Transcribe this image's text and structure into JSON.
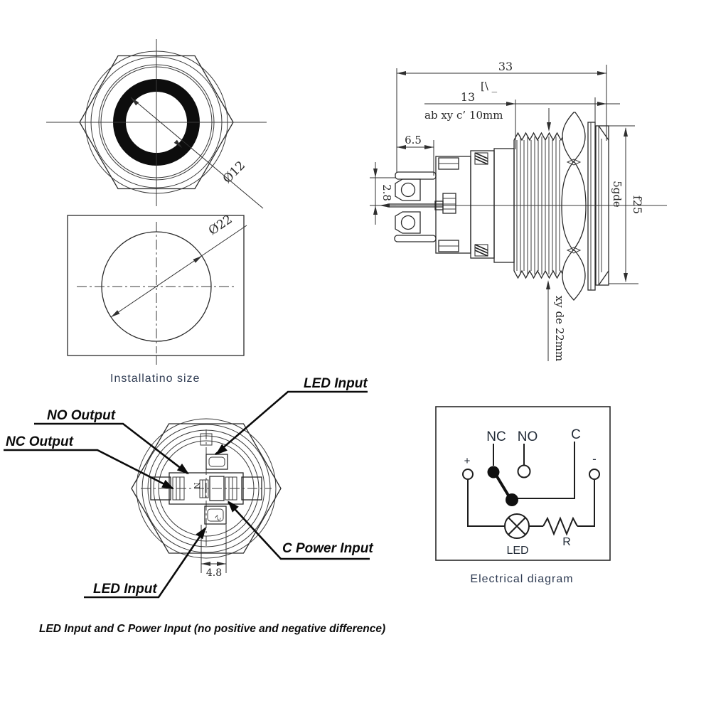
{
  "front_view": {
    "dim_label": "Ø12"
  },
  "installation_view": {
    "dim_label": "Ø22",
    "caption": "Installatino  size"
  },
  "side_view": {
    "dim_33": "33",
    "dim_13": "13",
    "garbled_marks": "[\\ _",
    "garbled_row": "ab  xy  c’  10mm",
    "dim_65": "6.5",
    "dim_28": "2.8",
    "flange_text": "5gde",
    "dim_f25": "f25",
    "thread_text": "xy de 22mm"
  },
  "back_view": {
    "label_no": "NO Output",
    "label_nc": "NC Output",
    "label_led_top": "LED Input",
    "label_led_bottom": "LED Input",
    "label_c_power": "C Power Input",
    "dim_48": "4.8",
    "mark_n": "N",
    "mark_2": "2"
  },
  "electrical_diagram": {
    "nc": "NC",
    "no": "NO",
    "c": "C",
    "plus": "+",
    "minus": "-",
    "led": "LED",
    "r": "R",
    "caption": "Electrical  diagram"
  },
  "footnote": "LED Input and C Power Input (no positive and negative difference)",
  "colors": {
    "line": "#2a2a2a",
    "caption_text": "#2e3b52",
    "label_text": "#0a0a0a"
  }
}
